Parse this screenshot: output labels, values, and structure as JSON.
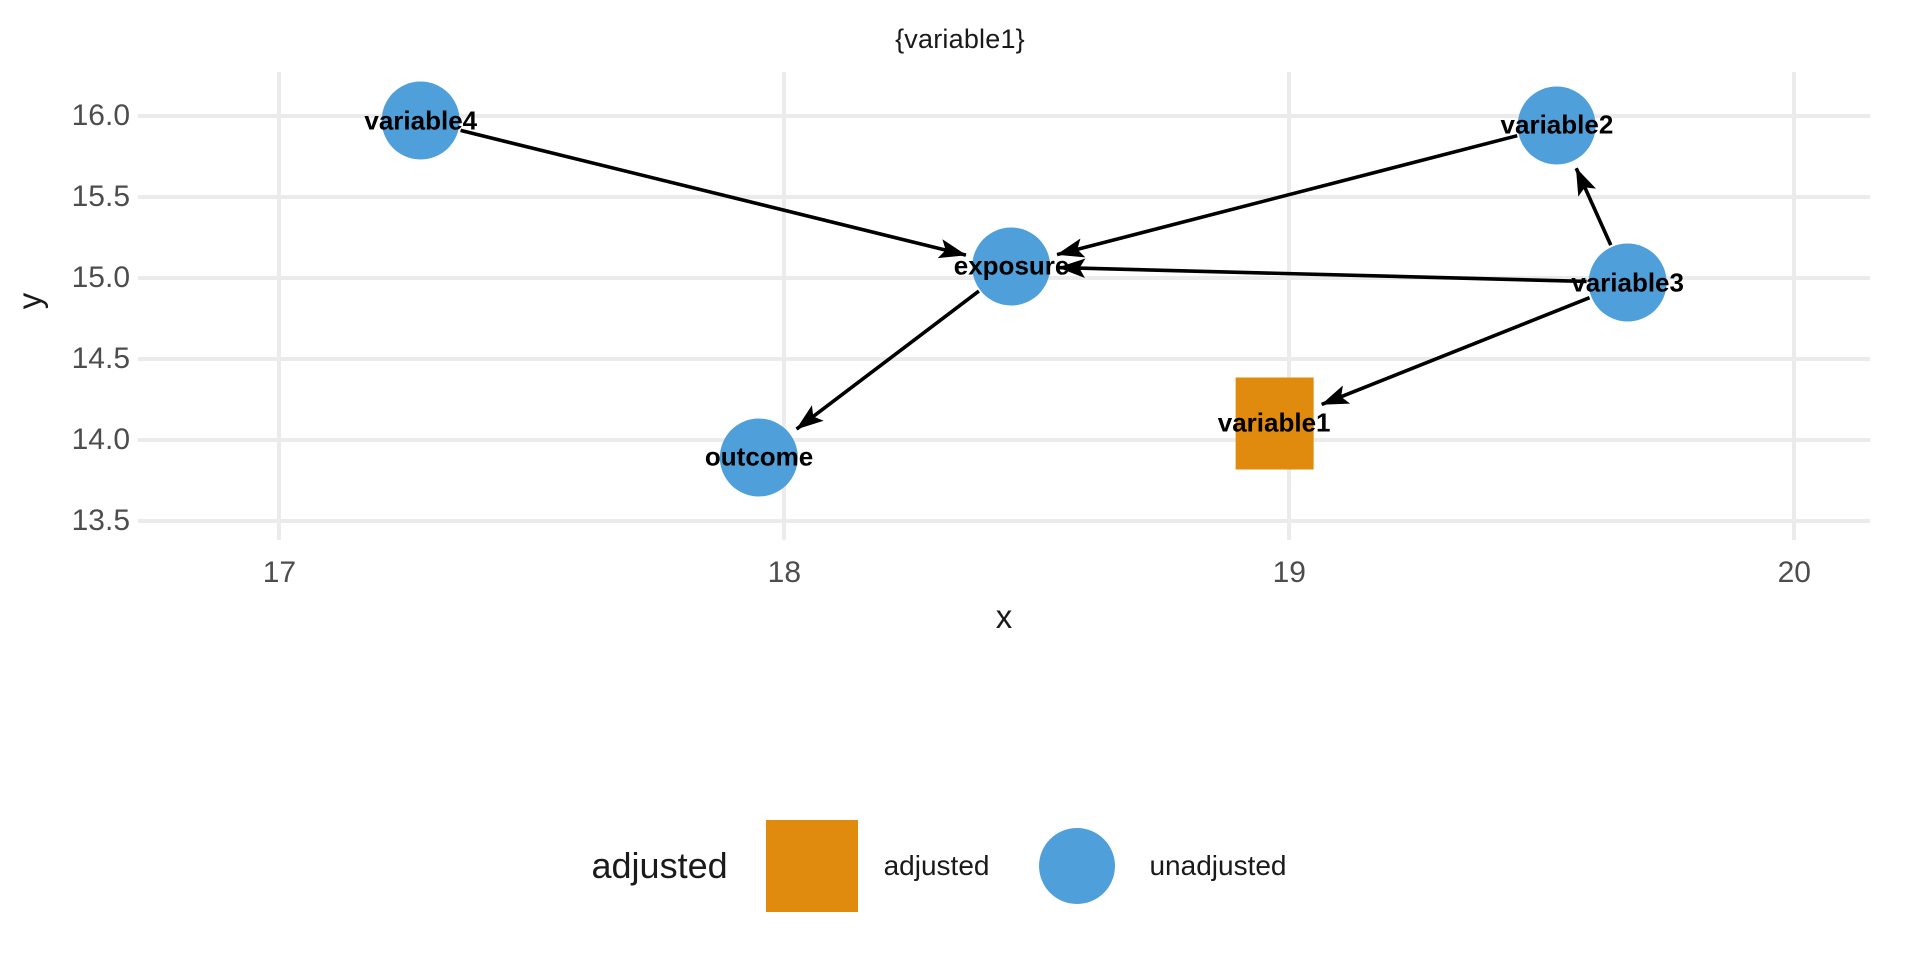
{
  "chart_data": {
    "type": "scatter",
    "title": "{variable1}",
    "xlabel": "x",
    "ylabel": "y",
    "xlim": [
      16.72,
      20.15
    ],
    "ylim": [
      13.38,
      16.27
    ],
    "xticks": [
      "17",
      "18",
      "19",
      "20"
    ],
    "xtick_values": [
      17,
      18,
      19,
      20
    ],
    "yticks": [
      "13.5",
      "14.0",
      "14.5",
      "15.0",
      "15.5",
      "16.0"
    ],
    "ytick_values": [
      13.5,
      14.0,
      14.5,
      15.0,
      15.5,
      16.0
    ],
    "grid": true,
    "legend_position": "bottom",
    "nodes": [
      {
        "name": "variable4",
        "label": "variable4",
        "x": 17.28,
        "y": 15.97,
        "status": "unadjusted",
        "shape": "circle",
        "color": "#4FA0DA"
      },
      {
        "name": "exposure",
        "label": "exposure",
        "x": 18.45,
        "y": 15.07,
        "status": "unadjusted",
        "shape": "circle",
        "color": "#4FA0DA"
      },
      {
        "name": "variable2",
        "label": "variable2",
        "x": 19.53,
        "y": 15.94,
        "status": "unadjusted",
        "shape": "circle",
        "color": "#4FA0DA"
      },
      {
        "name": "variable3",
        "label": "variable3",
        "x": 19.67,
        "y": 14.97,
        "status": "unadjusted",
        "shape": "circle",
        "color": "#4FA0DA"
      },
      {
        "name": "outcome",
        "label": "outcome",
        "x": 17.95,
        "y": 13.89,
        "status": "unadjusted",
        "shape": "circle",
        "color": "#4FA0DA"
      },
      {
        "name": "variable1",
        "label": "variable1",
        "x": 18.97,
        "y": 14.1,
        "status": "adjusted",
        "shape": "square",
        "color": "#E08A0E"
      }
    ],
    "edges": [
      {
        "from": "variable4",
        "to": "exposure"
      },
      {
        "from": "variable2",
        "to": "exposure"
      },
      {
        "from": "variable3",
        "to": "exposure"
      },
      {
        "from": "variable3",
        "to": "variable2"
      },
      {
        "from": "variable3",
        "to": "variable1"
      },
      {
        "from": "exposure",
        "to": "outcome"
      }
    ]
  },
  "legend": {
    "title": "adjusted",
    "items": [
      {
        "label": "adjusted",
        "shape": "square",
        "color": "#E08A0E"
      },
      {
        "label": "unadjusted",
        "shape": "circle",
        "color": "#4FA0DA"
      }
    ]
  },
  "colors": {
    "adjusted": "#E08A0E",
    "unadjusted": "#4FA0DA",
    "grid": "#EBEBEB",
    "panel_background": "#FFFFFF",
    "tick_text": "#4D4D4D",
    "edge": "#000000"
  }
}
